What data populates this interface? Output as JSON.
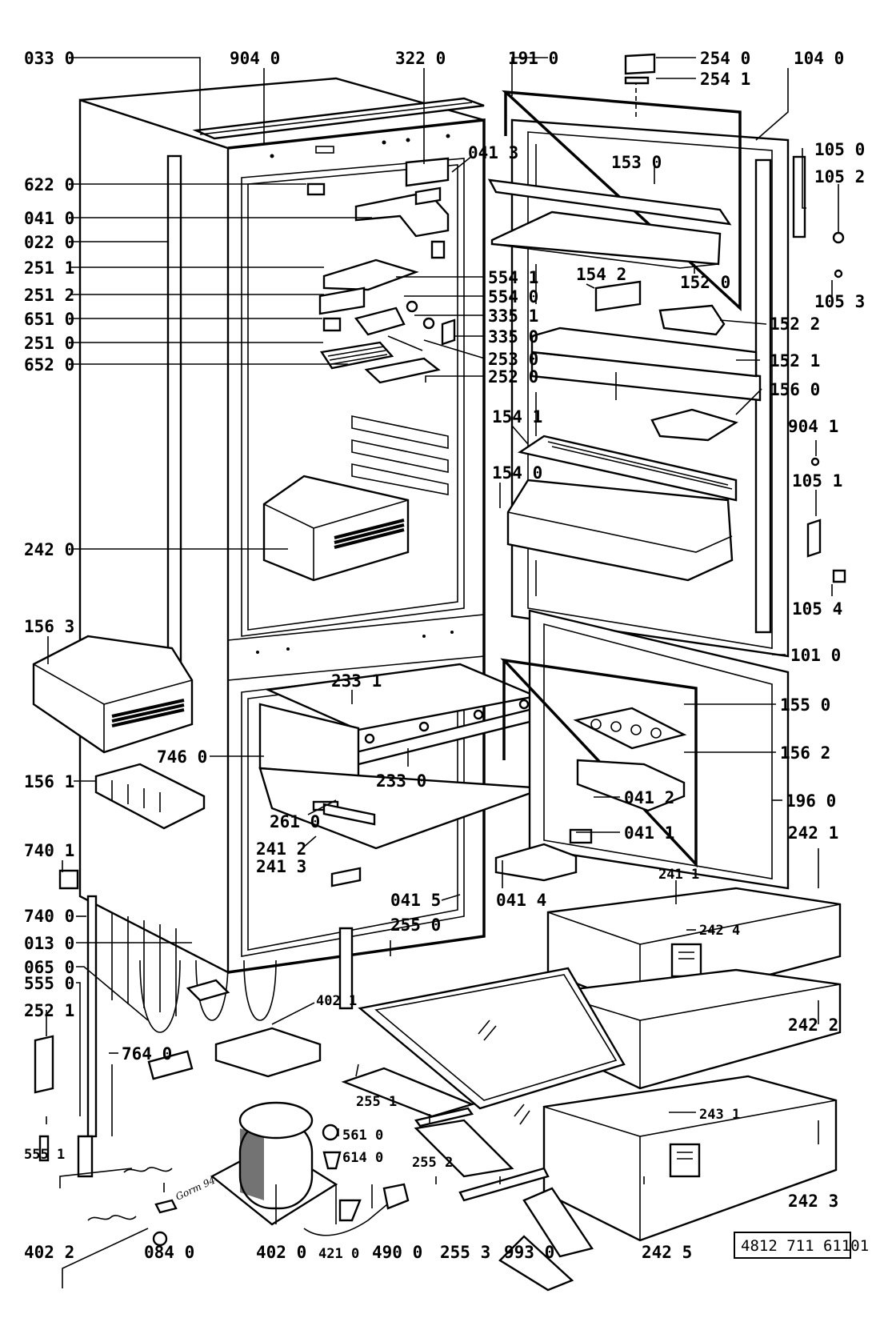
{
  "labels": {
    "l0330": "033 0",
    "l9040": "904 0",
    "l3220": "322 0",
    "l1910": "191 0",
    "l2540": "254 0",
    "l2541": "254 1",
    "l1040": "104 0",
    "l0413": "041 3",
    "l1530": "153 0",
    "l1050": "105 0",
    "l1052": "105 2",
    "l1053": "105 3",
    "l6220": "622 0",
    "l0410": "041 0",
    "l0220": "022 0",
    "l2511": "251 1",
    "l2512": "251 2",
    "l6510": "651 0",
    "l2510": "251 0",
    "l6520": "652 0",
    "l5541": "554 1",
    "l5540": "554 0",
    "l3351": "335 1",
    "l3350": "335 0",
    "l2530": "253 0",
    "l2520": "252 0",
    "l1542": "154 2",
    "l1520": "152 0",
    "l1522": "152 2",
    "l1521": "152 1",
    "l1560": "156 0",
    "l9041": "904 1",
    "l1541": "154 1",
    "l1540": "154 0",
    "l1051": "105 1",
    "l1054": "105 4",
    "l2420": "242 0",
    "l1563": "156 3",
    "l1010": "101 0",
    "l2331": "233 1",
    "l1550": "155 0",
    "l1562": "156 2",
    "l7460": "746 0",
    "l2330": "233 0",
    "l1561": "156 1",
    "l0412": "041 2",
    "l1960": "196 0",
    "l2610": "261 0",
    "l0411": "041 1",
    "l2412": "241 2",
    "l2413": "241 3",
    "l2421": "242 1",
    "l7401": "740 1",
    "l2411": "241 1",
    "l0415": "041 5",
    "l0414": "041 4",
    "l2424": "242 4",
    "l7400": "740 0",
    "l2550": "255 0",
    "l0130": "013 0",
    "l0650": "065 0",
    "l5550": "555 0",
    "l2422": "242 2",
    "l4021": "402 1",
    "l2521": "252 1",
    "l7640": "764 0",
    "l2551": "255 1",
    "l5610": "561 0",
    "l6140": "614 0",
    "l2552": "255 2",
    "l2431": "243 1",
    "l5551": "555 1",
    "l2423": "242 3",
    "l4022": "402 2",
    "l0840": "084 0",
    "l4020": "402 0",
    "l4210": "421 0",
    "l4900": "490 0",
    "l2553": "255 3",
    "l9930": "993 0",
    "l2425": "242 5"
  },
  "reference_code": "4812 711 61101",
  "handwritten_mark": "Gorm 94"
}
